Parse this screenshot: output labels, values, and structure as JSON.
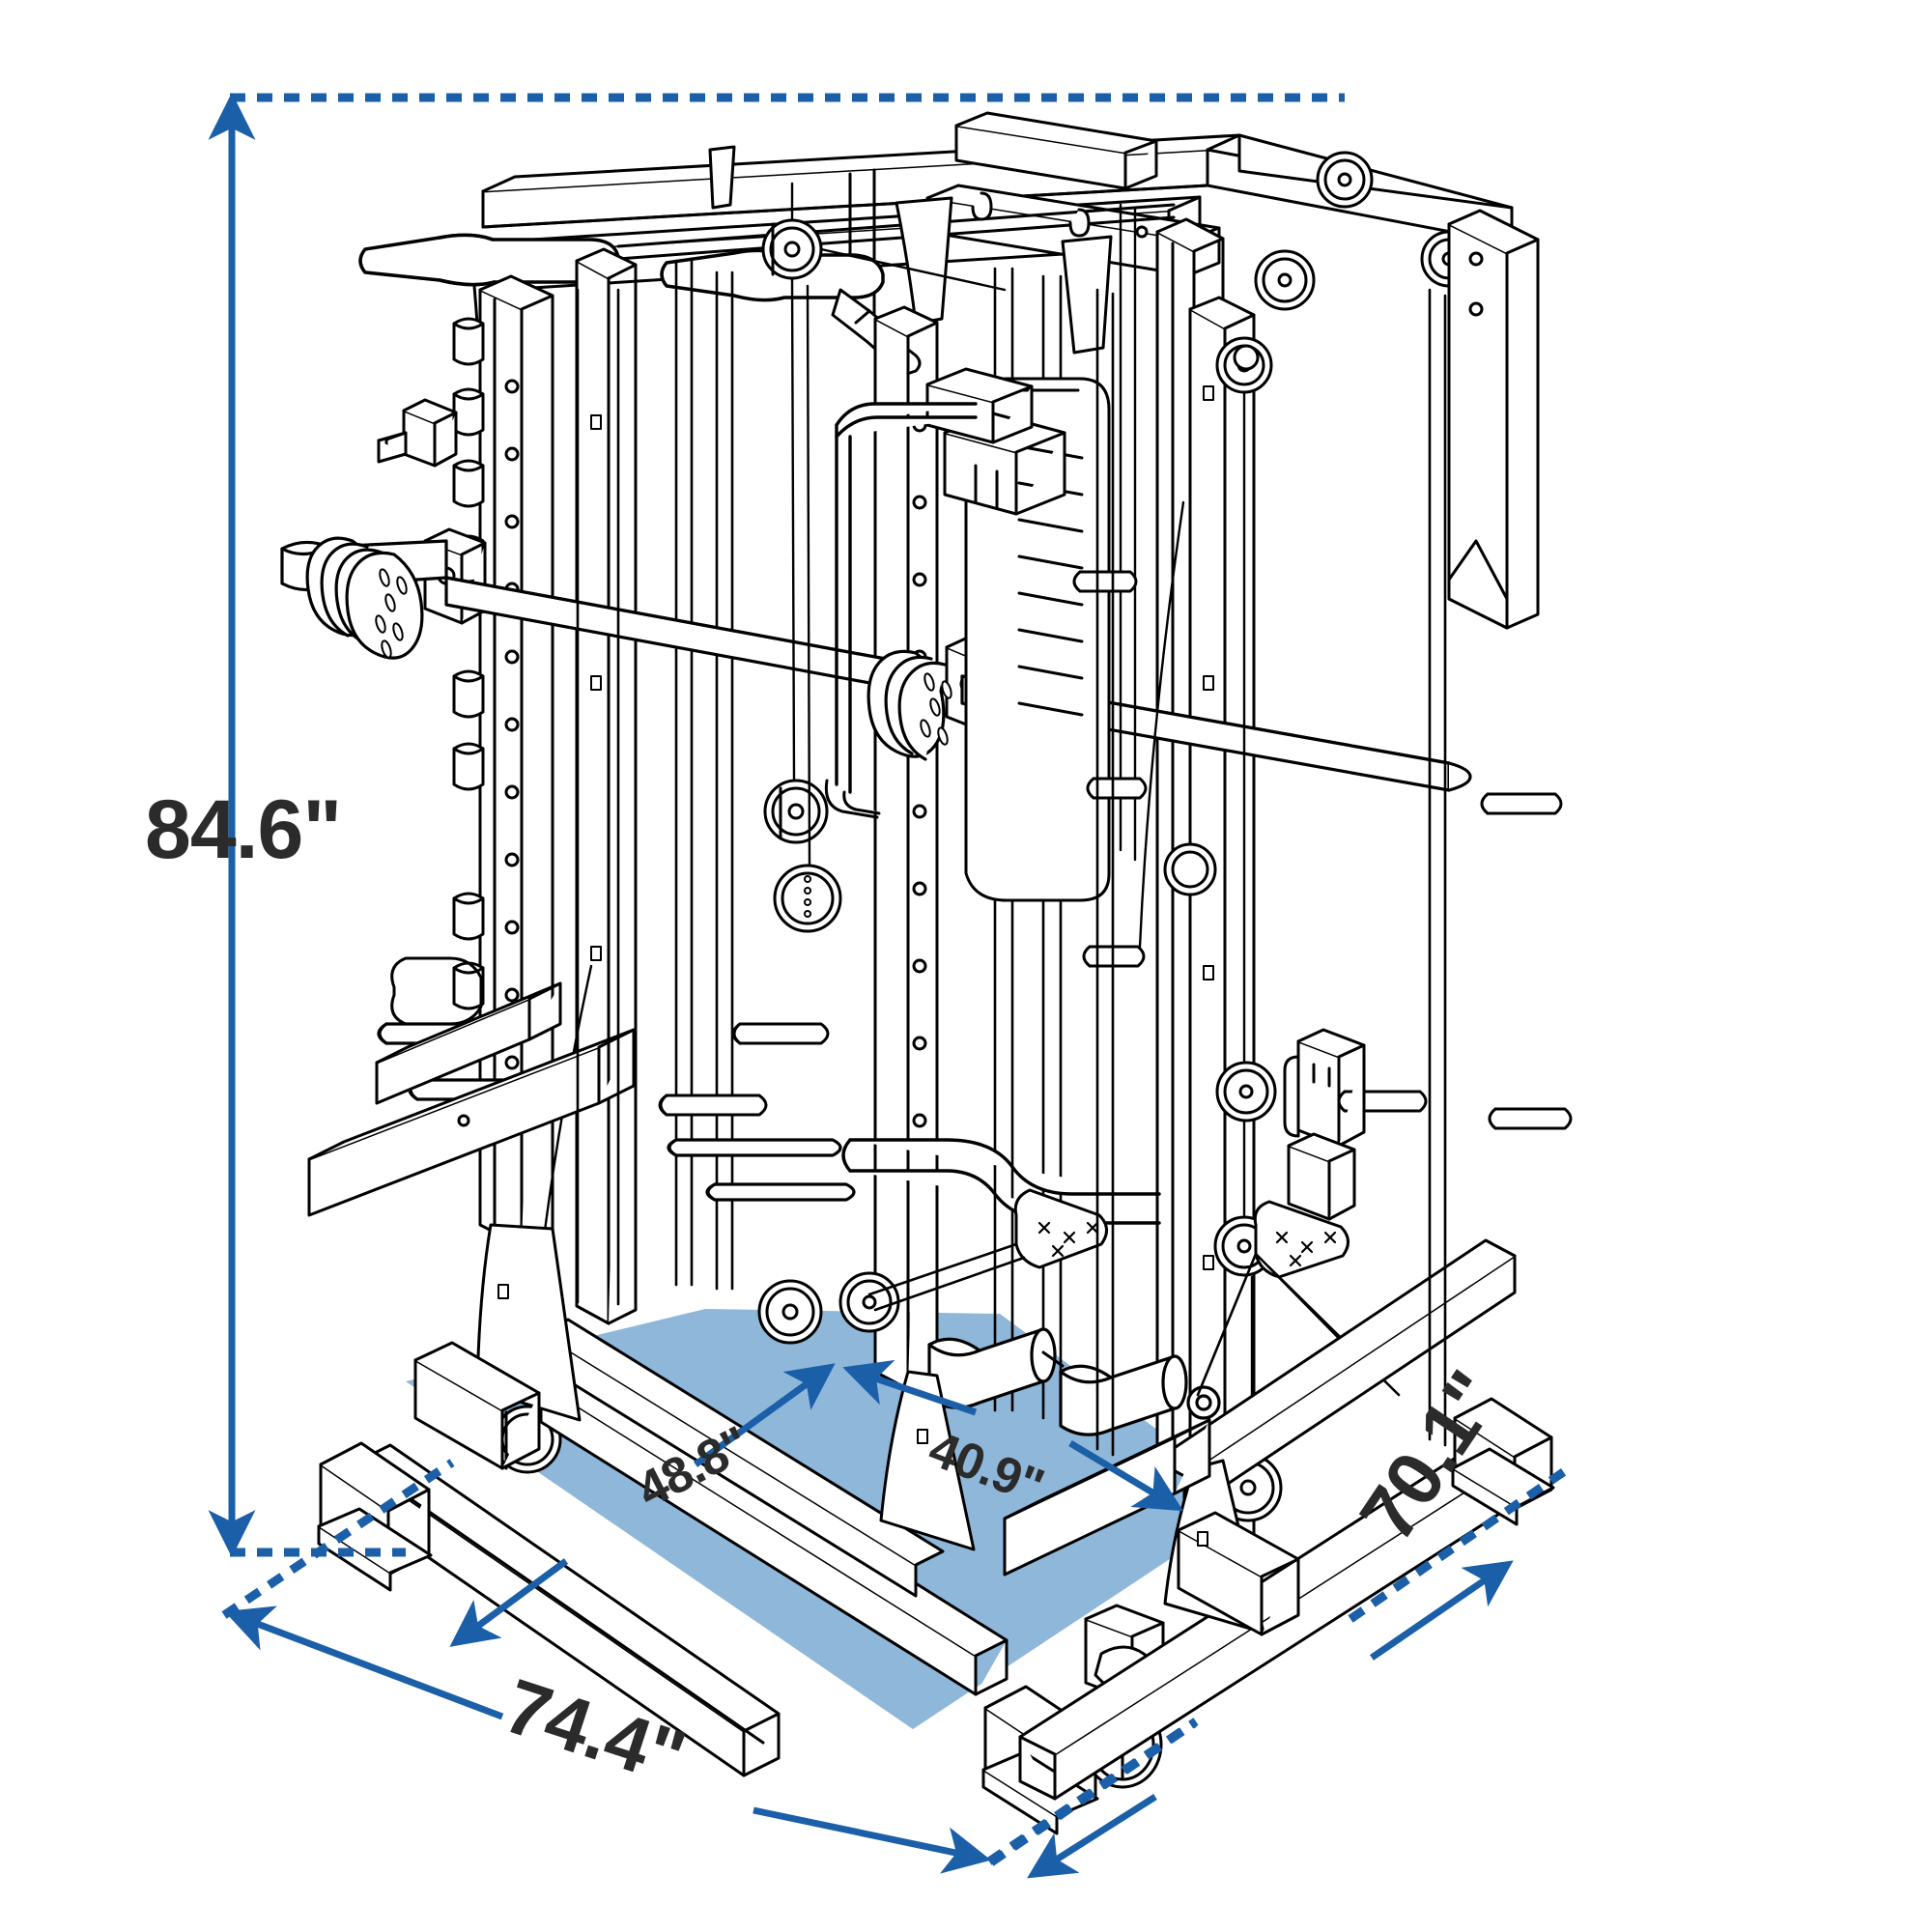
{
  "diagram": {
    "title": "Smith machine power rack dimension diagram",
    "subject": "all-in-one home gym smith machine / functional trainer rack",
    "units": "inches",
    "colors": {
      "dimension_blue": "#1a5fa8",
      "dimension_blue_dark": "#16518f",
      "floor_fill": "#8fb7d9",
      "label_text": "#2b2b2b",
      "line_art": "#000000",
      "background": "#ffffff"
    }
  },
  "dimensions": {
    "height": {
      "value": "84.6\"",
      "name": "overall-height",
      "orientation": "vertical",
      "arrow_style": "double-headed-vertical",
      "extension_lines": "dashed"
    },
    "width": {
      "value": "74.4\"",
      "name": "overall-width",
      "orientation": "diagonal-front",
      "arrow_style": "double-headed",
      "extension_lines": "dashed"
    },
    "depth": {
      "value": "70.1\"",
      "name": "overall-depth",
      "orientation": "diagonal-right",
      "arrow_style": "double-headed",
      "extension_lines": "dashed"
    },
    "inner_width": {
      "value": "48.8\"",
      "name": "inner-footprint-width",
      "orientation": "diagonal-front-inner",
      "arrow_style": "double-headed",
      "extension_lines": "solid"
    },
    "inner_depth": {
      "value": "40.9\"",
      "name": "inner-footprint-depth",
      "orientation": "diagonal-right-inner",
      "arrow_style": "double-headed",
      "extension_lines": "solid"
    }
  },
  "callout_list": [
    {
      "label": "84.6\"",
      "measures": "overall height"
    },
    {
      "label": "74.4\"",
      "measures": "overall width"
    },
    {
      "label": "70.1\"",
      "measures": "overall depth"
    },
    {
      "label": "48.8\"",
      "measures": "inner floor width"
    },
    {
      "label": "40.9\"",
      "measures": "inner floor depth"
    }
  ],
  "floor_region": {
    "name": "footprint-highlight",
    "fill": "#8fb7d9",
    "description": "shaded blue floor footprint quadrilateral beneath the rack"
  }
}
